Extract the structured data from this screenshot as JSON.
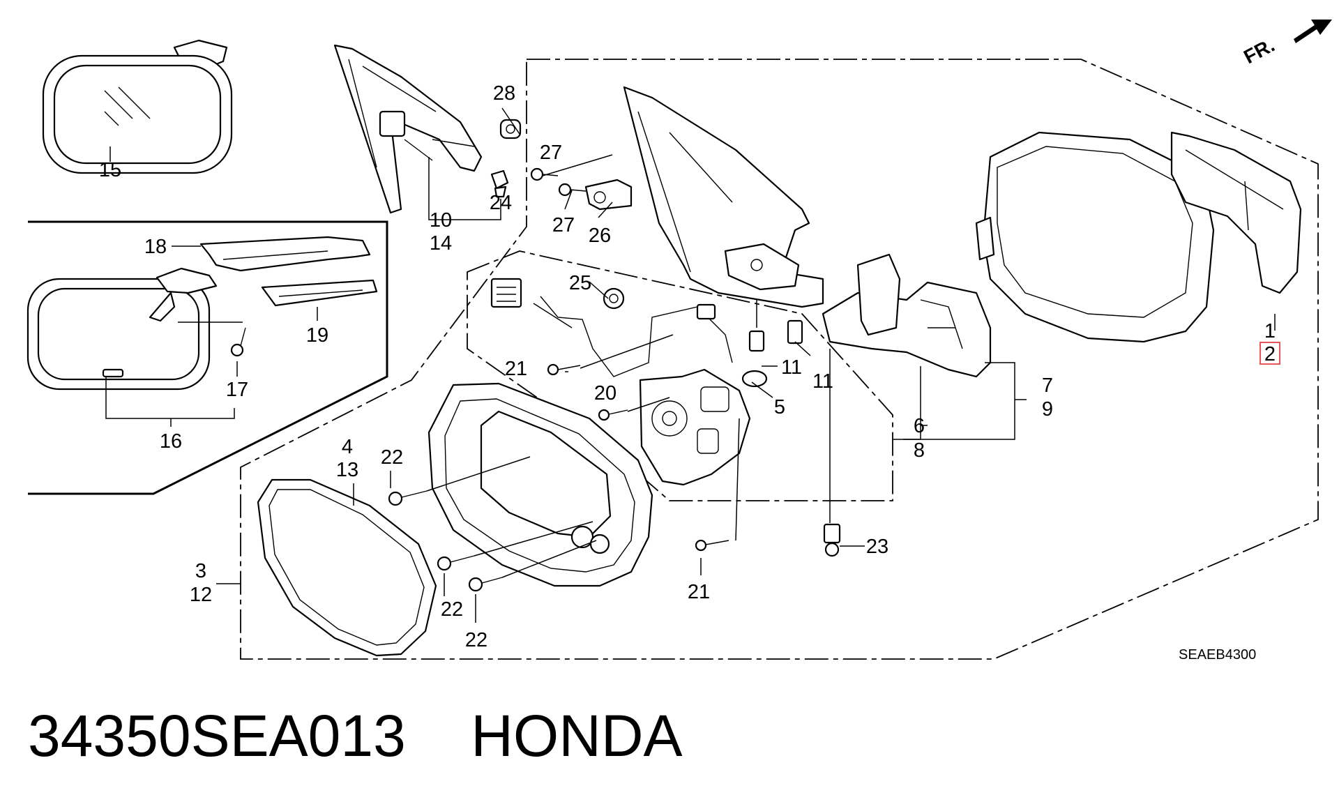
{
  "diagram": {
    "direction_label": "FR.",
    "diagram_code": "SEAEB4300",
    "highlight_color": "#e8545a",
    "callouts": {
      "c1": "1",
      "c2": "2",
      "c3": "3",
      "c4": "4",
      "c5": "5",
      "c6": "6",
      "c7": "7",
      "c8": "8",
      "c9": "9",
      "c10": "10",
      "c11a": "11",
      "c11b": "11",
      "c12": "12",
      "c13": "13",
      "c14": "14",
      "c15": "15",
      "c16": "16",
      "c17": "17",
      "c18": "18",
      "c19": "19",
      "c20": "20",
      "c21a": "21",
      "c21b": "21",
      "c22a": "22",
      "c22b": "22",
      "c22c": "22",
      "c23": "23",
      "c24": "24",
      "c25": "25",
      "c26": "26",
      "c27a": "27",
      "c27b": "27",
      "c28": "28"
    }
  },
  "caption": {
    "part_number": "34350SEA013",
    "brand": "HONDA"
  }
}
